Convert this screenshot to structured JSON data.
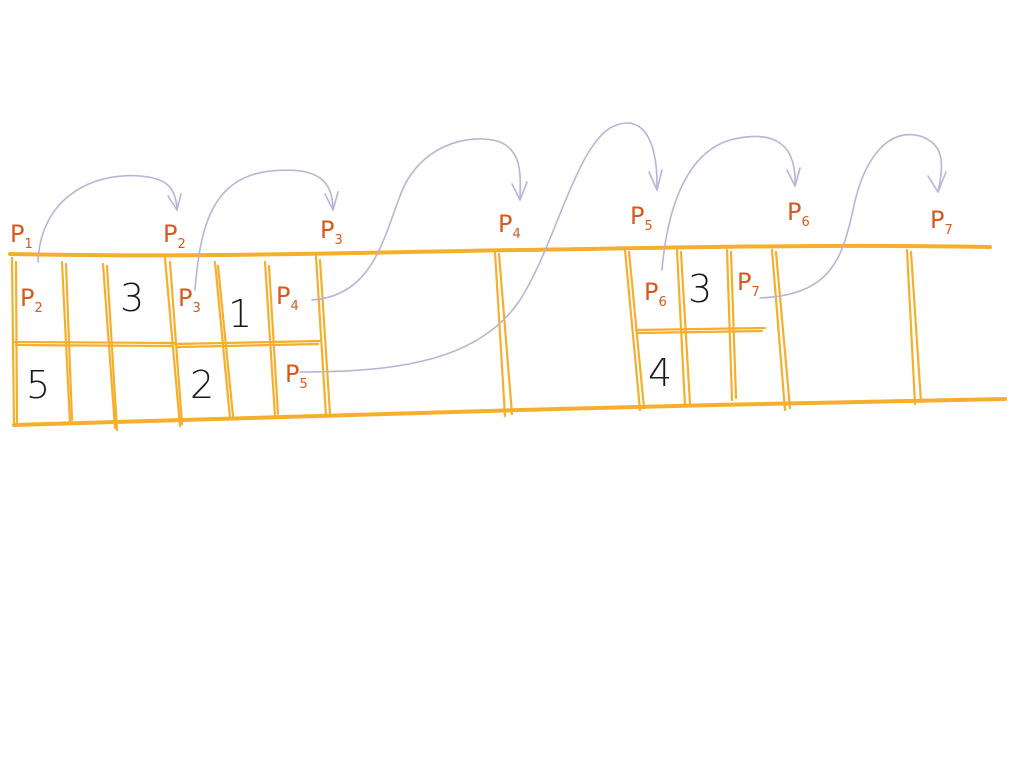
{
  "top_labels": [
    {
      "letter": "P",
      "sub": "1"
    },
    {
      "letter": "P",
      "sub": "2"
    },
    {
      "letter": "P",
      "sub": "3"
    },
    {
      "letter": "P",
      "sub": "4"
    },
    {
      "letter": "P",
      "sub": "5"
    },
    {
      "letter": "P",
      "sub": "6"
    },
    {
      "letter": "P",
      "sub": "7"
    }
  ],
  "cell_labels": [
    {
      "letter": "P",
      "sub": "2"
    },
    {
      "letter": "P",
      "sub": "3"
    },
    {
      "letter": "P",
      "sub": "4"
    },
    {
      "letter": "P",
      "sub": "5"
    },
    {
      "letter": "P",
      "sub": "6"
    },
    {
      "letter": "P",
      "sub": "7"
    }
  ],
  "cell_numbers": [
    "3",
    "1",
    "5",
    "2",
    "3",
    "4"
  ],
  "colors": {
    "grid": "#f6ae2d",
    "pointer_labels": "#d65a1f",
    "arrows": "#b9b3da",
    "numbers": "#1a1a1a"
  }
}
